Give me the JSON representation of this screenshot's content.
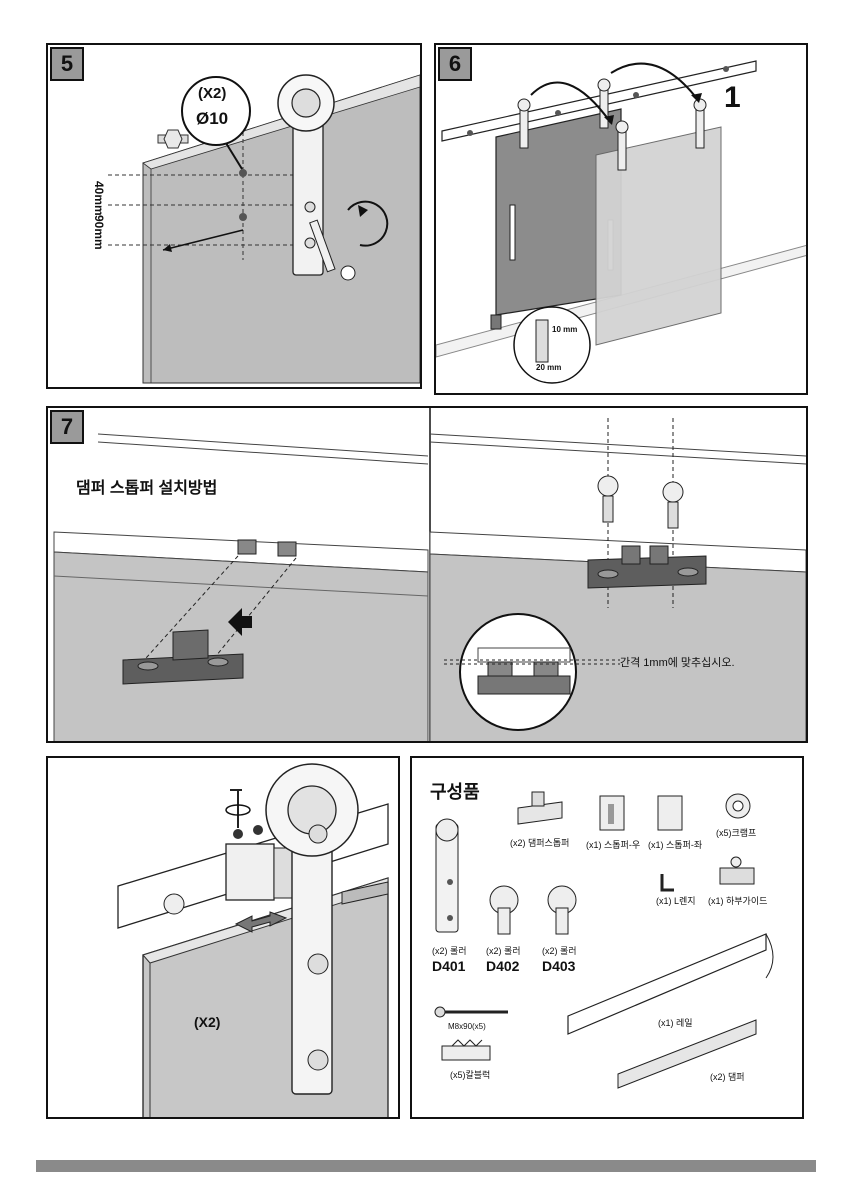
{
  "steps": {
    "s5": {
      "number": "5",
      "qty": "(X2)",
      "bolt": "Ø10",
      "dim_a": "40mm",
      "dim_b": "90mm"
    },
    "s6": {
      "number": "6",
      "callout": "1",
      "dim_a": "10 mm",
      "dim_b": "20 mm"
    },
    "s7": {
      "number": "7",
      "title": "댐퍼 스톱퍼 설치방법",
      "gap_note": "간격 1mm에 맞추십시오."
    },
    "s8": {
      "qty": "(X2)"
    }
  },
  "parts": {
    "title": "구성품",
    "items": [
      {
        "label": "(x2) 댐퍼스톱퍼"
      },
      {
        "label": "(x1) 스톱퍼-우"
      },
      {
        "label": "(x1) 스톱퍼-좌"
      },
      {
        "label": "(x5)크램프"
      },
      {
        "label": "(x1)  L렌지"
      },
      {
        "label": "(x1)  하부가이드"
      },
      {
        "label": "(x2) 롤러",
        "model": "D401"
      },
      {
        "label": "(x2) 롤러",
        "model": "D402"
      },
      {
        "label": "(x2) 롤러",
        "model": "D403"
      },
      {
        "label": "M8x90(x5)"
      },
      {
        "label": "(x1) 레일"
      },
      {
        "label": "(x5)칼블럭"
      },
      {
        "label": "(x2) 댐퍼"
      }
    ]
  }
}
